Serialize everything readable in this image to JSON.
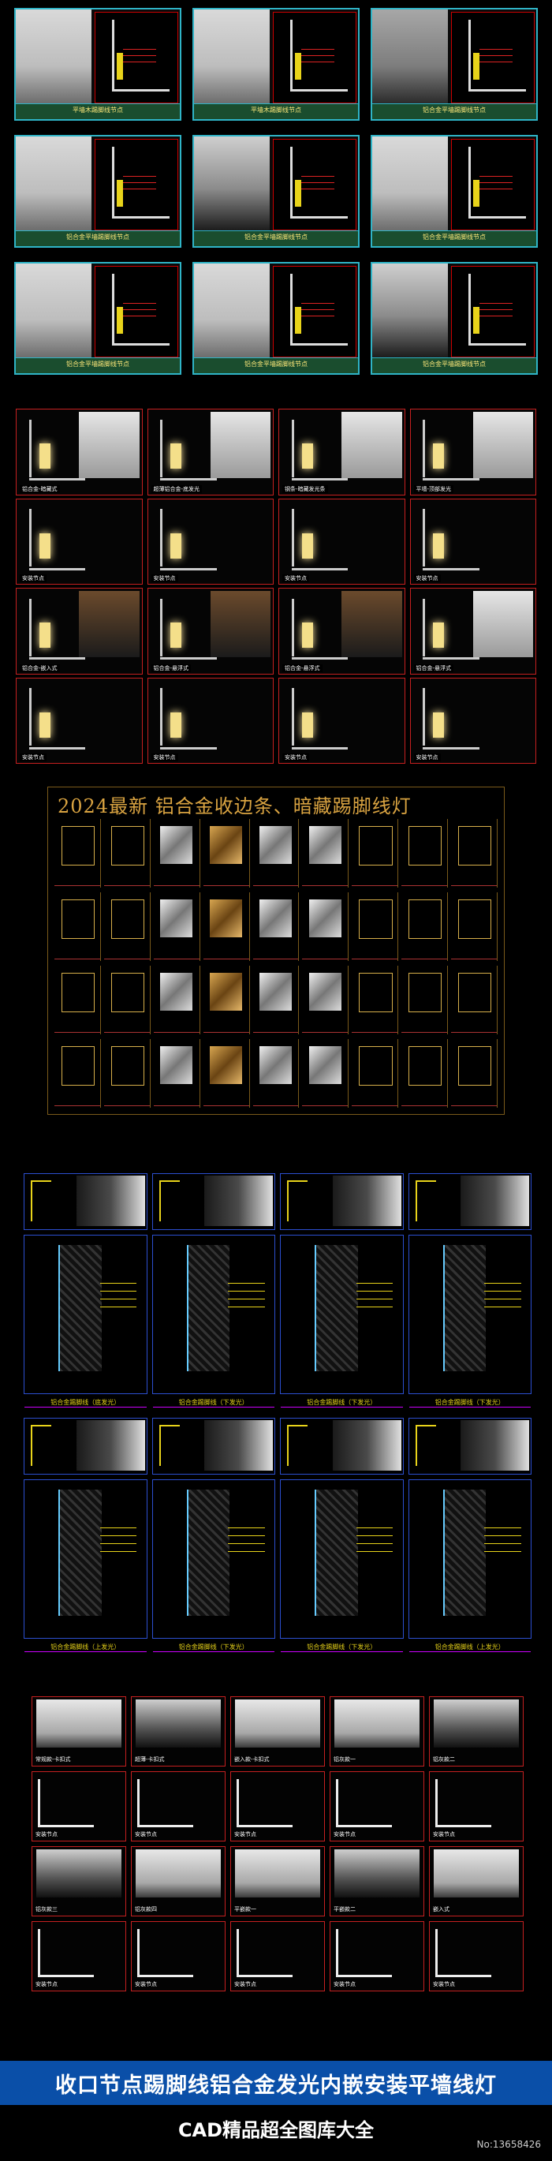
{
  "section1": {
    "cards": [
      {
        "caption": "平墙木踢脚线节点",
        "tone": "light"
      },
      {
        "caption": "平墙木踢脚线节点",
        "tone": "light"
      },
      {
        "caption": "铝合金平墙踢脚线节点",
        "tone": "grey"
      },
      {
        "caption": "铝合金平墙踢脚线节点",
        "tone": "light"
      },
      {
        "caption": "铝合金平墙踢脚线节点",
        "tone": "dark"
      },
      {
        "caption": "铝合金平墙踢脚线节点",
        "tone": "light"
      },
      {
        "caption": "铝合金平墙踢脚线节点",
        "tone": "light"
      },
      {
        "caption": "铝合金平墙踢脚线节点",
        "tone": "light"
      },
      {
        "caption": "铝合金平墙踢脚线节点",
        "tone": "dark"
      }
    ]
  },
  "section2": {
    "labels": [
      "铝合金-暗藏式",
      "超薄铝合金-底发光",
      "钢条-暗藏发光条",
      "平墙-顶部发光",
      "安装节点",
      "安装节点",
      "安装节点",
      "安装节点",
      "铝合金-嵌入式",
      "铝合金-悬浮式",
      "铝合金-悬浮式",
      "铝合金-悬浮式",
      "安装节点",
      "安装节点",
      "安装节点",
      "安装节点"
    ]
  },
  "section3": {
    "title": "2024最新 铝合金收边条、暗藏踢脚线灯"
  },
  "section4": {
    "captions_row1": [
      "铝合金踢脚线（底发光）",
      "铝合金踢脚线（下发光）",
      "铝合金踢脚线（下发光）",
      "铝合金踢脚线（下发光）"
    ],
    "captions_row2": [
      "铝合金踢脚线（上发光）",
      "铝合金踢脚线（下发光）",
      "铝合金踢脚线（下发光）",
      "铝合金踢脚线（上发光）"
    ]
  },
  "section5": {
    "labels": [
      "常规款-卡扣式",
      "超薄-卡扣式",
      "嵌入款-卡扣式",
      "铝灰款一",
      "铝灰款二",
      "安装节点",
      "安装节点",
      "安装节点",
      "安装节点",
      "安装节点",
      "铝灰款三",
      "铝灰款四",
      "平嵌款一",
      "平嵌款二",
      "嵌入式",
      "安装节点",
      "安装节点",
      "安装节点",
      "安装节点",
      "安装节点"
    ]
  },
  "banner": {
    "title": "收口节点踢脚线铝合金发光内嵌安装平墙线灯",
    "subtitle": "CAD精品超全图库大全",
    "image_no": "No:13658426"
  },
  "colors": {
    "frame_cyan": "#2fb4c7",
    "frame_red": "#c62020",
    "frame_blue": "#2c4fd0",
    "gold_title": "#d9a341",
    "banner_blue": "#0a4fa8"
  }
}
